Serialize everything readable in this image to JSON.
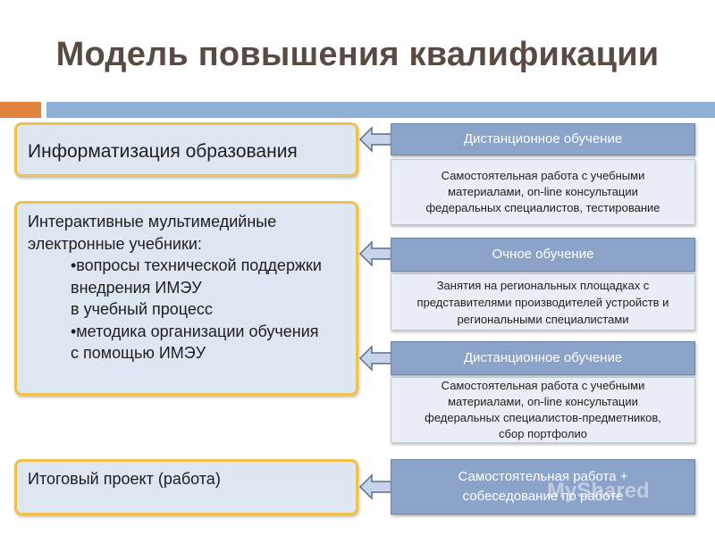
{
  "title": "Модель повышения квалификации",
  "left": {
    "info": "Информатизация образования",
    "interactive": {
      "line1": "Интерактивные мультимедийные",
      "line2": "электронные учебники:",
      "bullet1_a": "•вопросы технической поддержки",
      "bullet1_b": "внедрения ИМЭУ",
      "bullet1_c": "в учебный процесс",
      "bullet2_a": "•методика организации обучения",
      "bullet2_b": "с помощью ИМЭУ"
    },
    "final": "Итоговый проект (работа)"
  },
  "right": {
    "h1": "Дистанционное обучение",
    "d1_l1": "Самостоятельная работа с учебными",
    "d1_l2": "материалами, on-line консультации",
    "d1_l3": "федеральных специалистов, тестирование",
    "h2": "Очное обучение",
    "d2_l1": "Занятия на региональных площадках с",
    "d2_l2": "представителями производителей устройств и",
    "d2_l3": "региональными специалистами",
    "h3": "Дистанционное обучение",
    "d3_l1": "Самостоятельная работа с учебными",
    "d3_l2": "материалами, on-line консультации",
    "d3_l3": "федеральных специалистов-предметников,",
    "d3_l4": "сбор портфолио",
    "h4_l1": "Самостоятельная работа +",
    "h4_l2": "собеседование по работе"
  },
  "watermark": "MyShared",
  "colors": {
    "title": "#5a4a42",
    "orange_band": "#e0833f",
    "blue_band": "#8fb0d6",
    "box_border": "#f1c24a",
    "box_fill": "#dee6f2",
    "header_fill": "#8ba3c8",
    "desc_fill": "#e9eef6",
    "arrow_fill": "#c6d3e8",
    "arrow_stroke": "#5b6e8f"
  }
}
